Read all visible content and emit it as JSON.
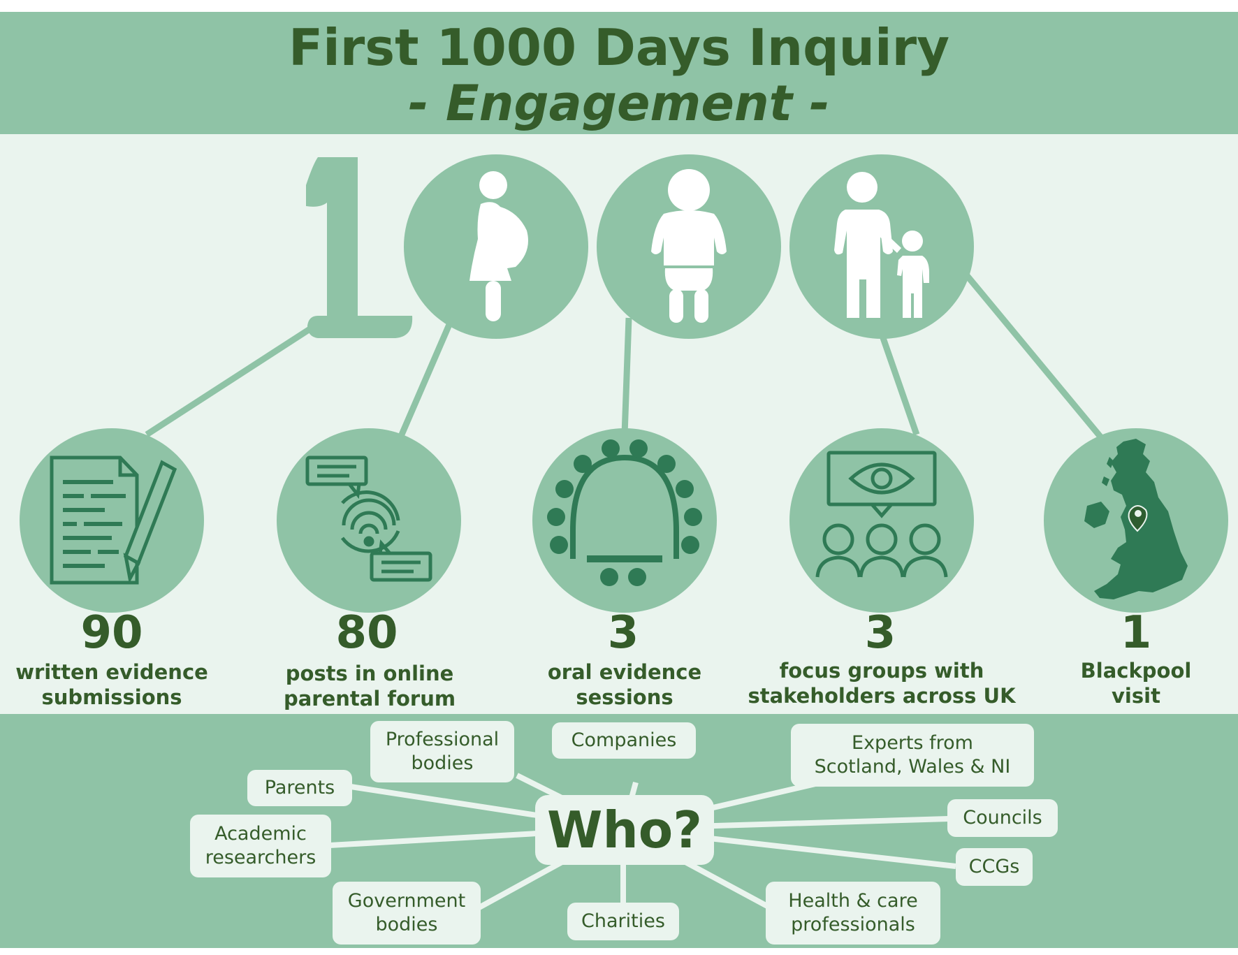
{
  "header": {
    "title": "First 1000 Days Inquiry",
    "subtitle": "- Engagement -"
  },
  "colors": {
    "header_bg": "#8fc3a6",
    "band_bg": "#eaf4ee",
    "circle": "#8fc3a6",
    "icon_dark": "#2f7a55",
    "text_dark": "#355c2a",
    "white": "#ffffff"
  },
  "stats": [
    {
      "value": "90",
      "label_line1": "written evidence",
      "label_line2": "submissions",
      "icon": "document-pencil-icon"
    },
    {
      "value": "80",
      "label_line1": "posts in online",
      "label_line2": "parental forum",
      "icon": "chat-wifi-icon"
    },
    {
      "value": "3",
      "label_line1": "oral evidence",
      "label_line2": "sessions",
      "icon": "committee-room-icon"
    },
    {
      "value": "3",
      "label_line1": "focus groups with",
      "label_line2": "stakeholders across UK",
      "icon": "audience-screen-icon"
    },
    {
      "value": "1",
      "label_line1": "Blackpool",
      "label_line2": "visit",
      "icon": "uk-map-pin-icon"
    }
  ],
  "stages": [
    {
      "icon": "pregnant-woman-icon"
    },
    {
      "icon": "toddler-icon"
    },
    {
      "icon": "parent-child-icon"
    }
  ],
  "who": {
    "center": "Who?",
    "groups": [
      {
        "line1": "Professional",
        "line2": "bodies"
      },
      {
        "line1": "Companies",
        "line2": ""
      },
      {
        "line1": "Experts from",
        "line2": "Scotland, Wales & NI"
      },
      {
        "line1": "Parents",
        "line2": ""
      },
      {
        "line1": "Councils",
        "line2": ""
      },
      {
        "line1": "Academic",
        "line2": "researchers"
      },
      {
        "line1": "CCGs",
        "line2": ""
      },
      {
        "line1": "Government",
        "line2": "bodies"
      },
      {
        "line1": "Charities",
        "line2": ""
      },
      {
        "line1": "Health & care",
        "line2": "professionals"
      }
    ]
  }
}
